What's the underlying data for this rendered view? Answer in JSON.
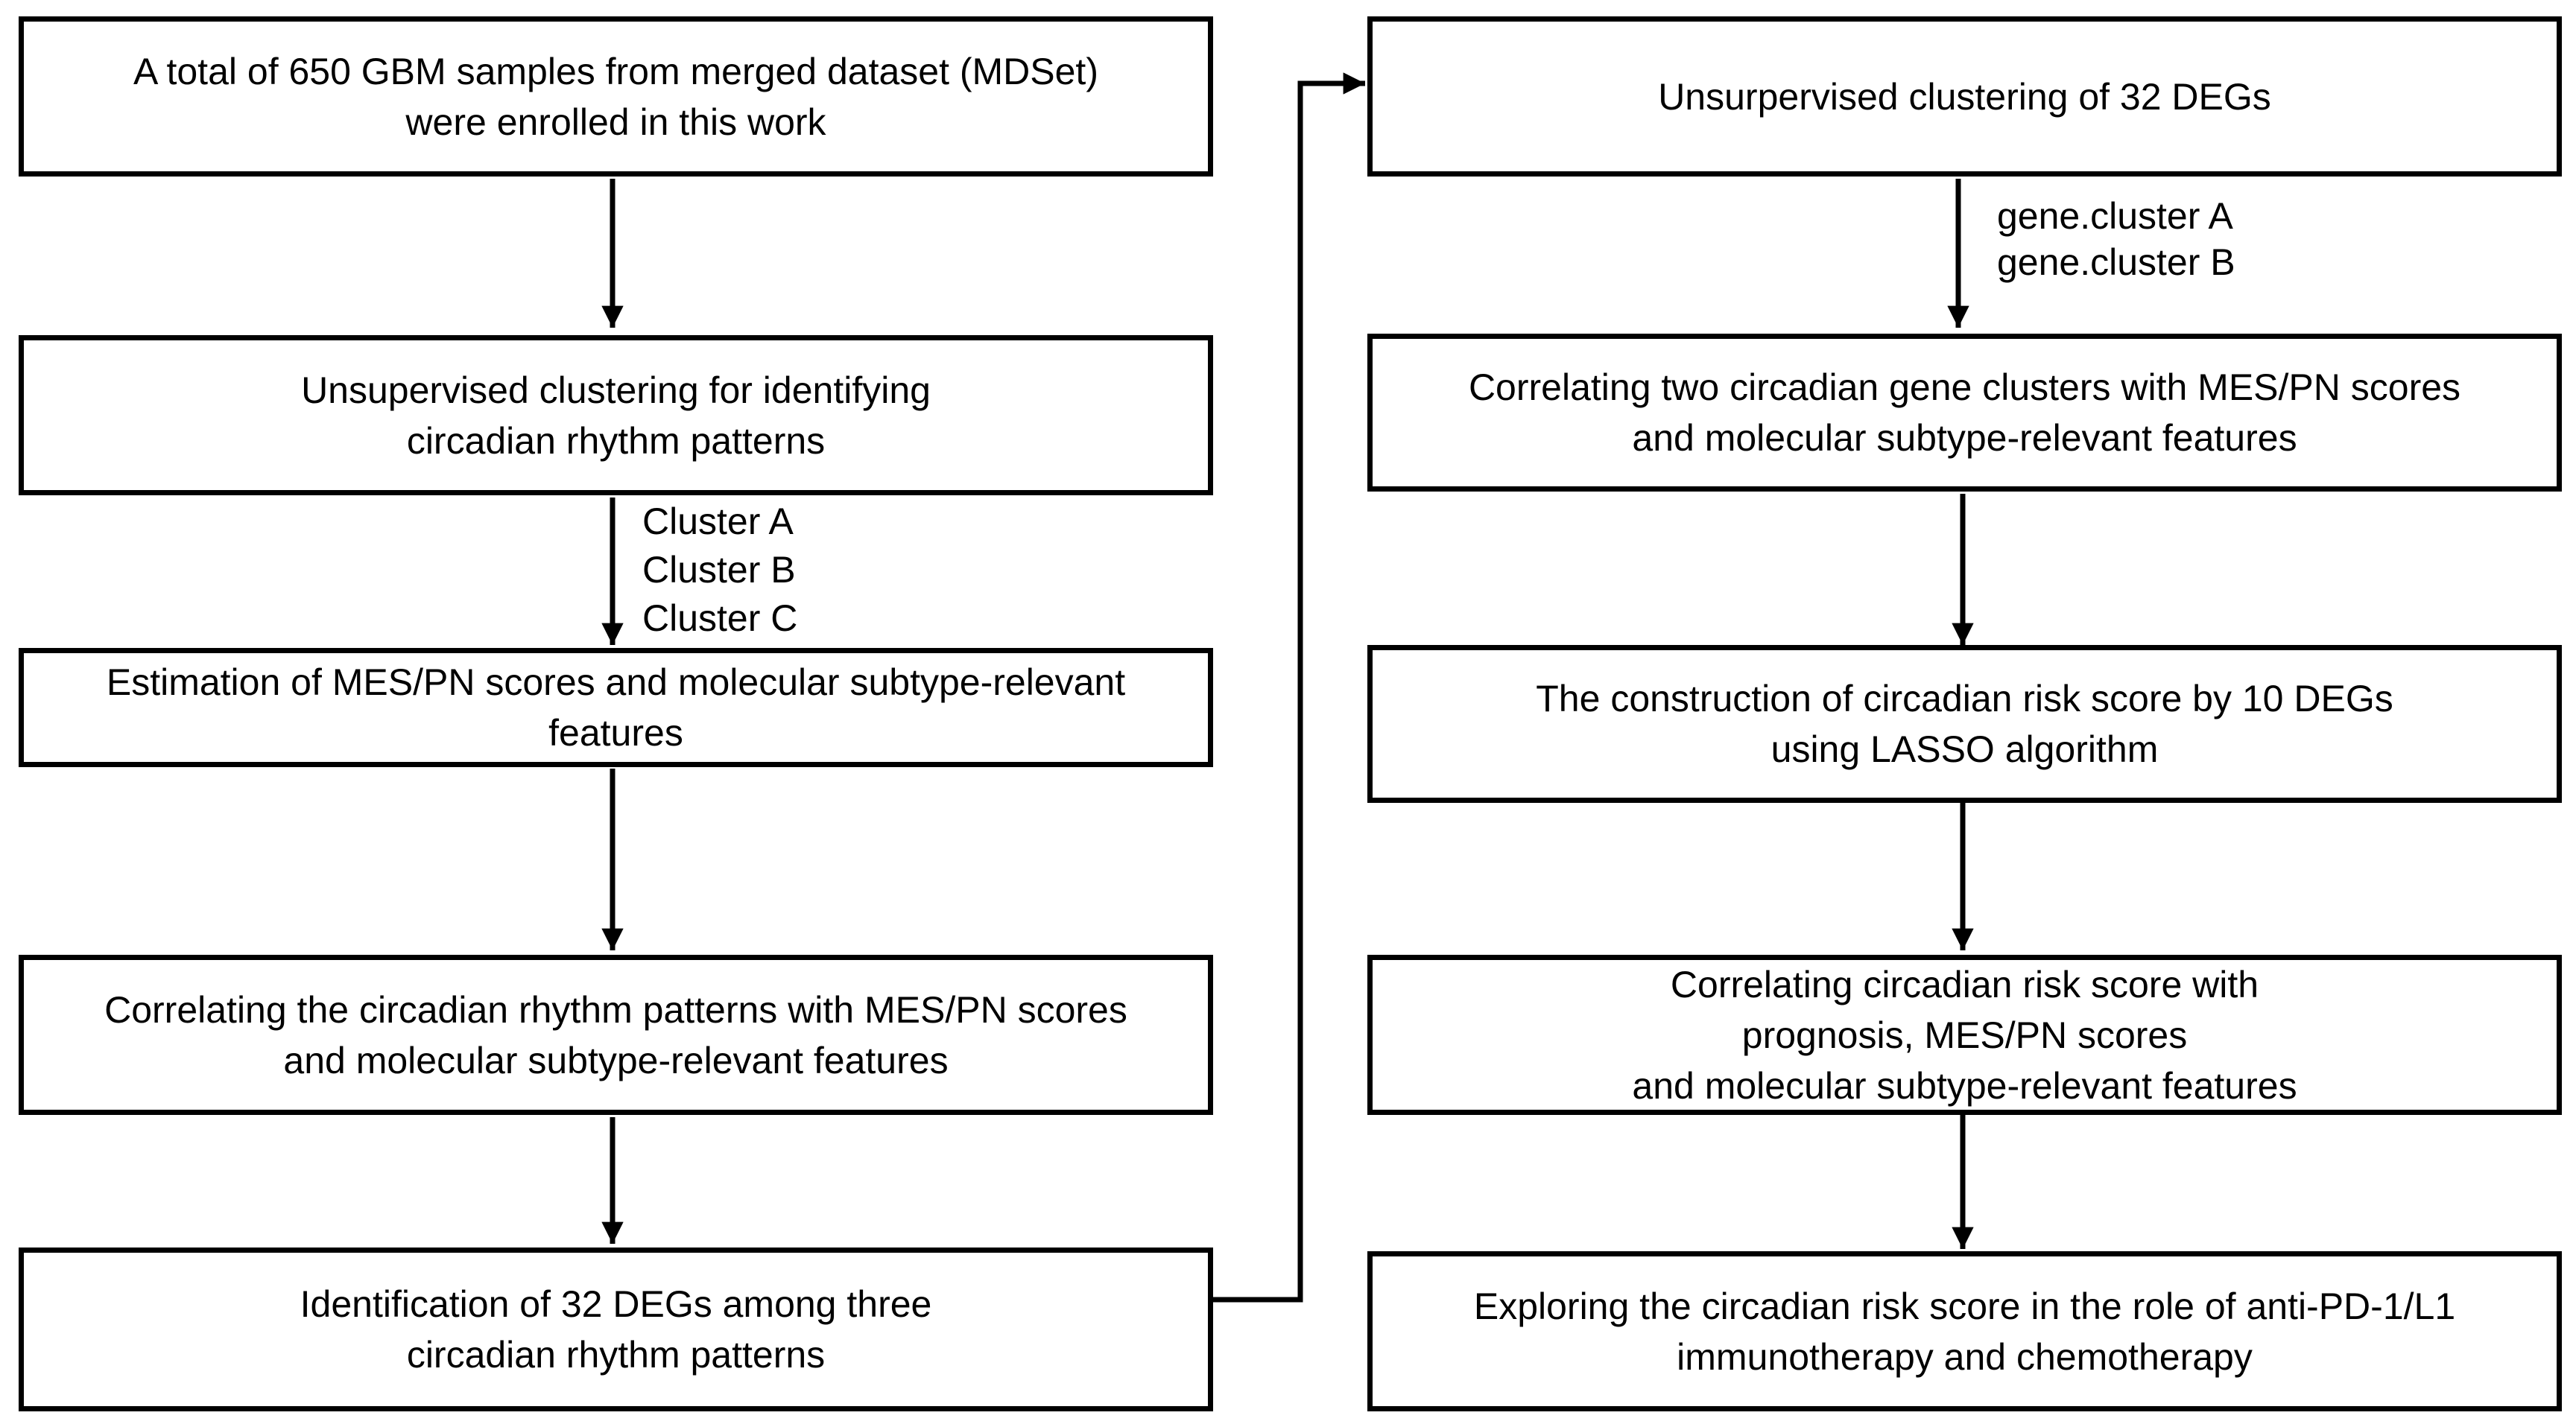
{
  "left_column": {
    "box1": {
      "line1": "A total of 650 GBM samples from merged dataset (MDSet)",
      "line2": "were enrolled in this work"
    },
    "box2": {
      "line1": "Unsupervised clustering for identifying",
      "line2": "circadian rhythm patterns"
    },
    "arrow2_labels": [
      "Cluster A",
      "Cluster B",
      "Cluster C"
    ],
    "box3": {
      "line1": "Estimation of MES/PN scores and molecular subtype-relevant",
      "line2": "features"
    },
    "box4": {
      "line1": "Correlating the circadian rhythm patterns with MES/PN scores",
      "line2": "and molecular subtype-relevant features"
    },
    "box5": {
      "line1": "Identification of 32 DEGs among three",
      "line2": "circadian rhythm patterns"
    }
  },
  "right_column": {
    "box1": {
      "line1": "Unsurpervised clustering of 32 DEGs"
    },
    "arrow1_labels": [
      "gene.cluster A",
      "gene.cluster B"
    ],
    "box2": {
      "line1": "Correlating two circadian gene clusters with MES/PN scores",
      "line2": "and molecular subtype-relevant features"
    },
    "box3": {
      "line1": "The construction of circadian risk score by 10 DEGs",
      "line2": "using LASSO algorithm"
    },
    "box4": {
      "line1": "Correlating circadian risk score with",
      "line2": "prognosis, MES/PN scores",
      "line3": "and molecular subtype-relevant features"
    },
    "box5": {
      "line1": "Exploring the circadian risk score in the role of anti-PD-1/L1",
      "line2": "immunotherapy and chemotherapy"
    }
  }
}
